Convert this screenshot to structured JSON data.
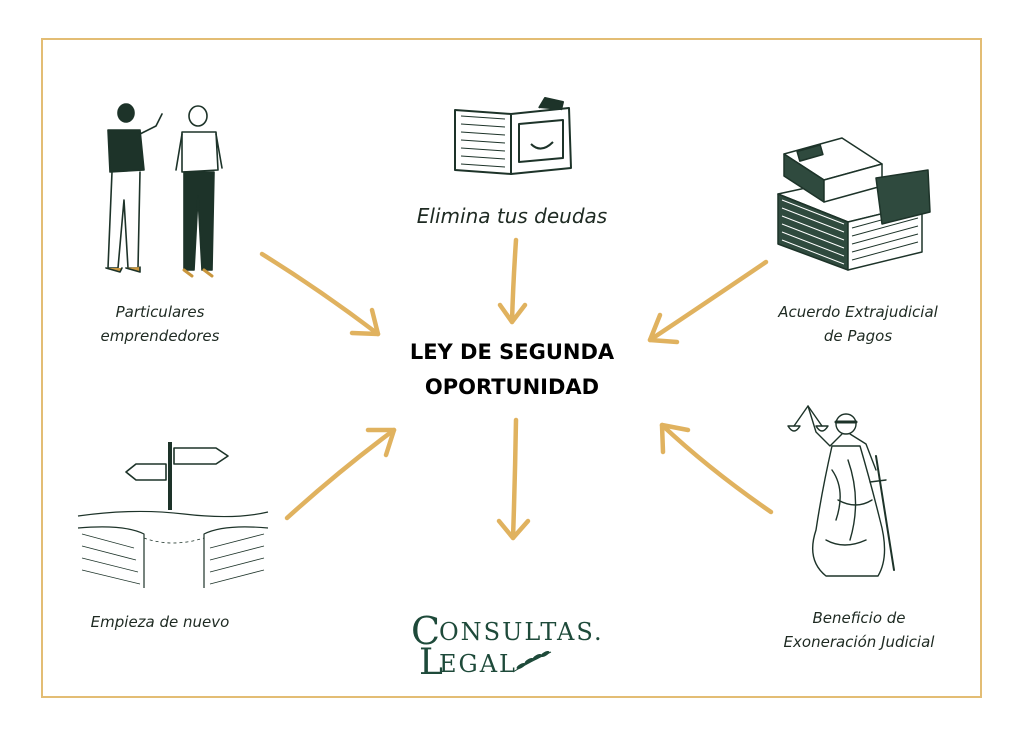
{
  "title": {
    "line1": "LEY DE SEGUNDA",
    "line2": "OPORTUNIDAD"
  },
  "nodes": {
    "particulares": {
      "line1": "Particulares",
      "line2": "emprendedores"
    },
    "deudas": {
      "line1": "Elimina tus deudas"
    },
    "acuerdo": {
      "line1": "Acuerdo Extrajudicial",
      "line2": "de Pagos"
    },
    "empieza": {
      "line1": "Empieza de nuevo"
    },
    "beneficio": {
      "line1": "Beneficio de",
      "line2": "Exoneración Judicial"
    }
  },
  "logo": {
    "big_c": "C",
    "word1": "ONSULTAS.",
    "big_l": "L",
    "word2": "EGAL"
  },
  "colors": {
    "border": "#e3bd74",
    "arrow": "#e0b25f",
    "ink": "#1e4a3a",
    "text": "#1e2a22"
  },
  "icons": [
    "people-icon",
    "wallet-icon",
    "money-stack-icon",
    "signpost-icon",
    "lady-justice-icon",
    "laurel-icon"
  ]
}
